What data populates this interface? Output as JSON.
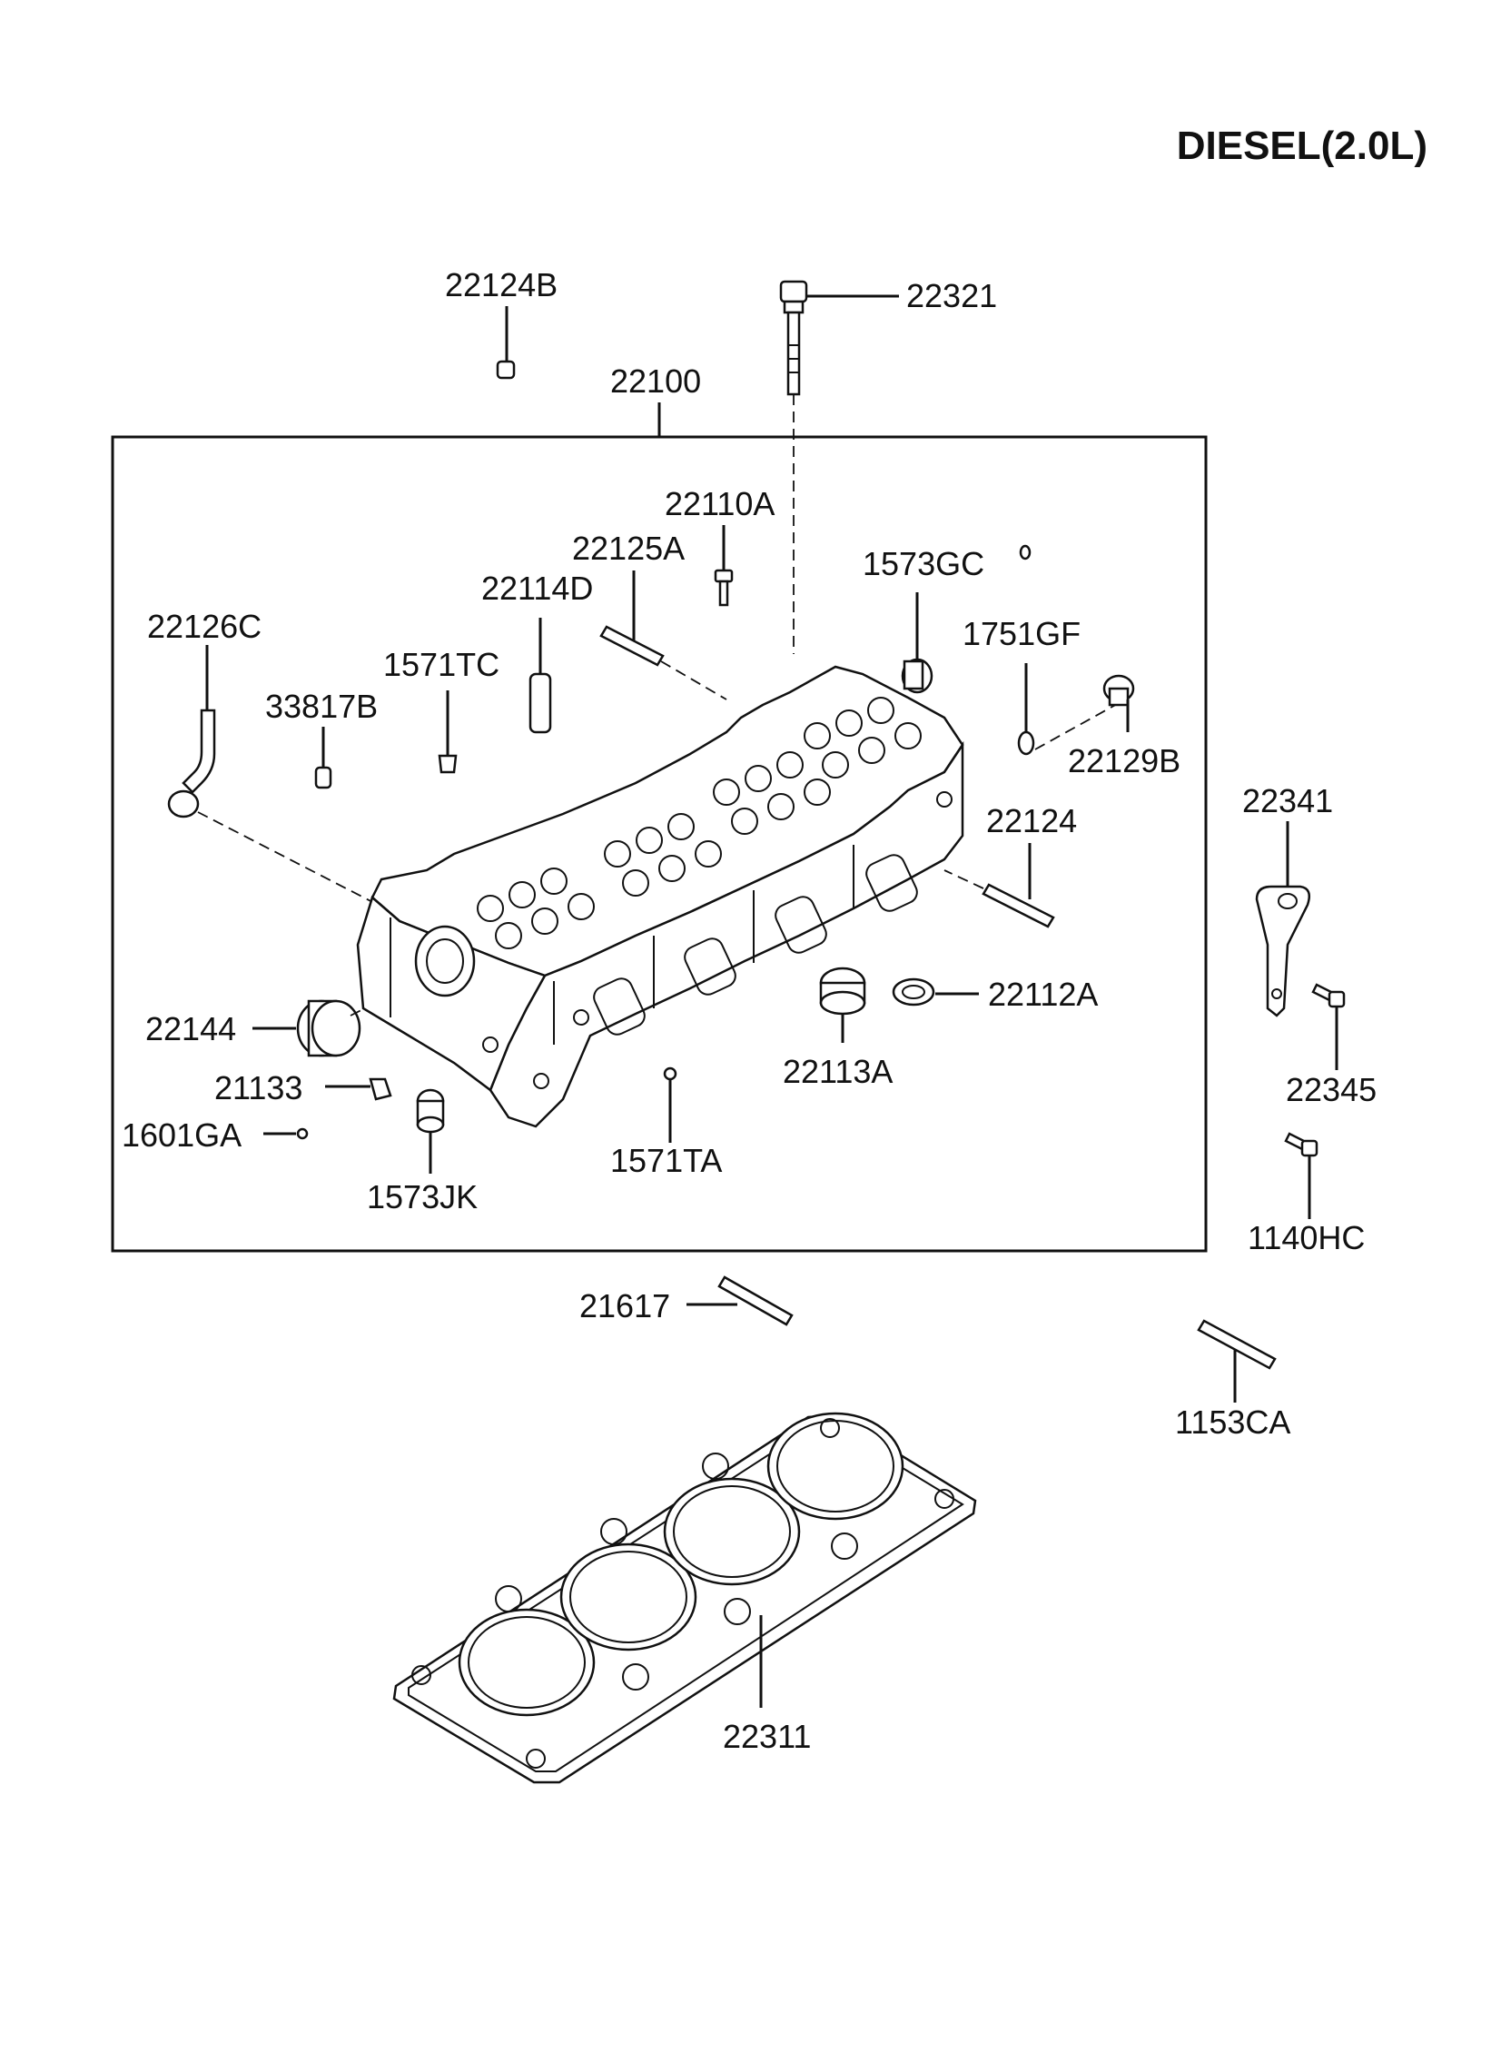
{
  "title": "DIESEL(2.0L)",
  "labels": {
    "p22124B": "22124B",
    "p22321": "22321",
    "p22100": "22100",
    "p22110A": "22110A",
    "p22125A": "22125A",
    "p1573GC": "1573GC",
    "p22114D": "22114D",
    "p22126C": "22126C",
    "p1571TC": "1571TC",
    "p1751GF": "1751GF",
    "p33817B": "33817B",
    "p22129B": "22129B",
    "p22341": "22341",
    "p22124": "22124",
    "p22112A": "22112A",
    "p22144": "22144",
    "p22113A": "22113A",
    "p22345": "22345",
    "p21133": "21133",
    "p1601GA": "1601GA",
    "p1571TA": "1571TA",
    "p1573JK": "1573JK",
    "p1140HC": "1140HC",
    "p21617": "21617",
    "p1153CA": "1153CA",
    "p22311": "22311"
  }
}
